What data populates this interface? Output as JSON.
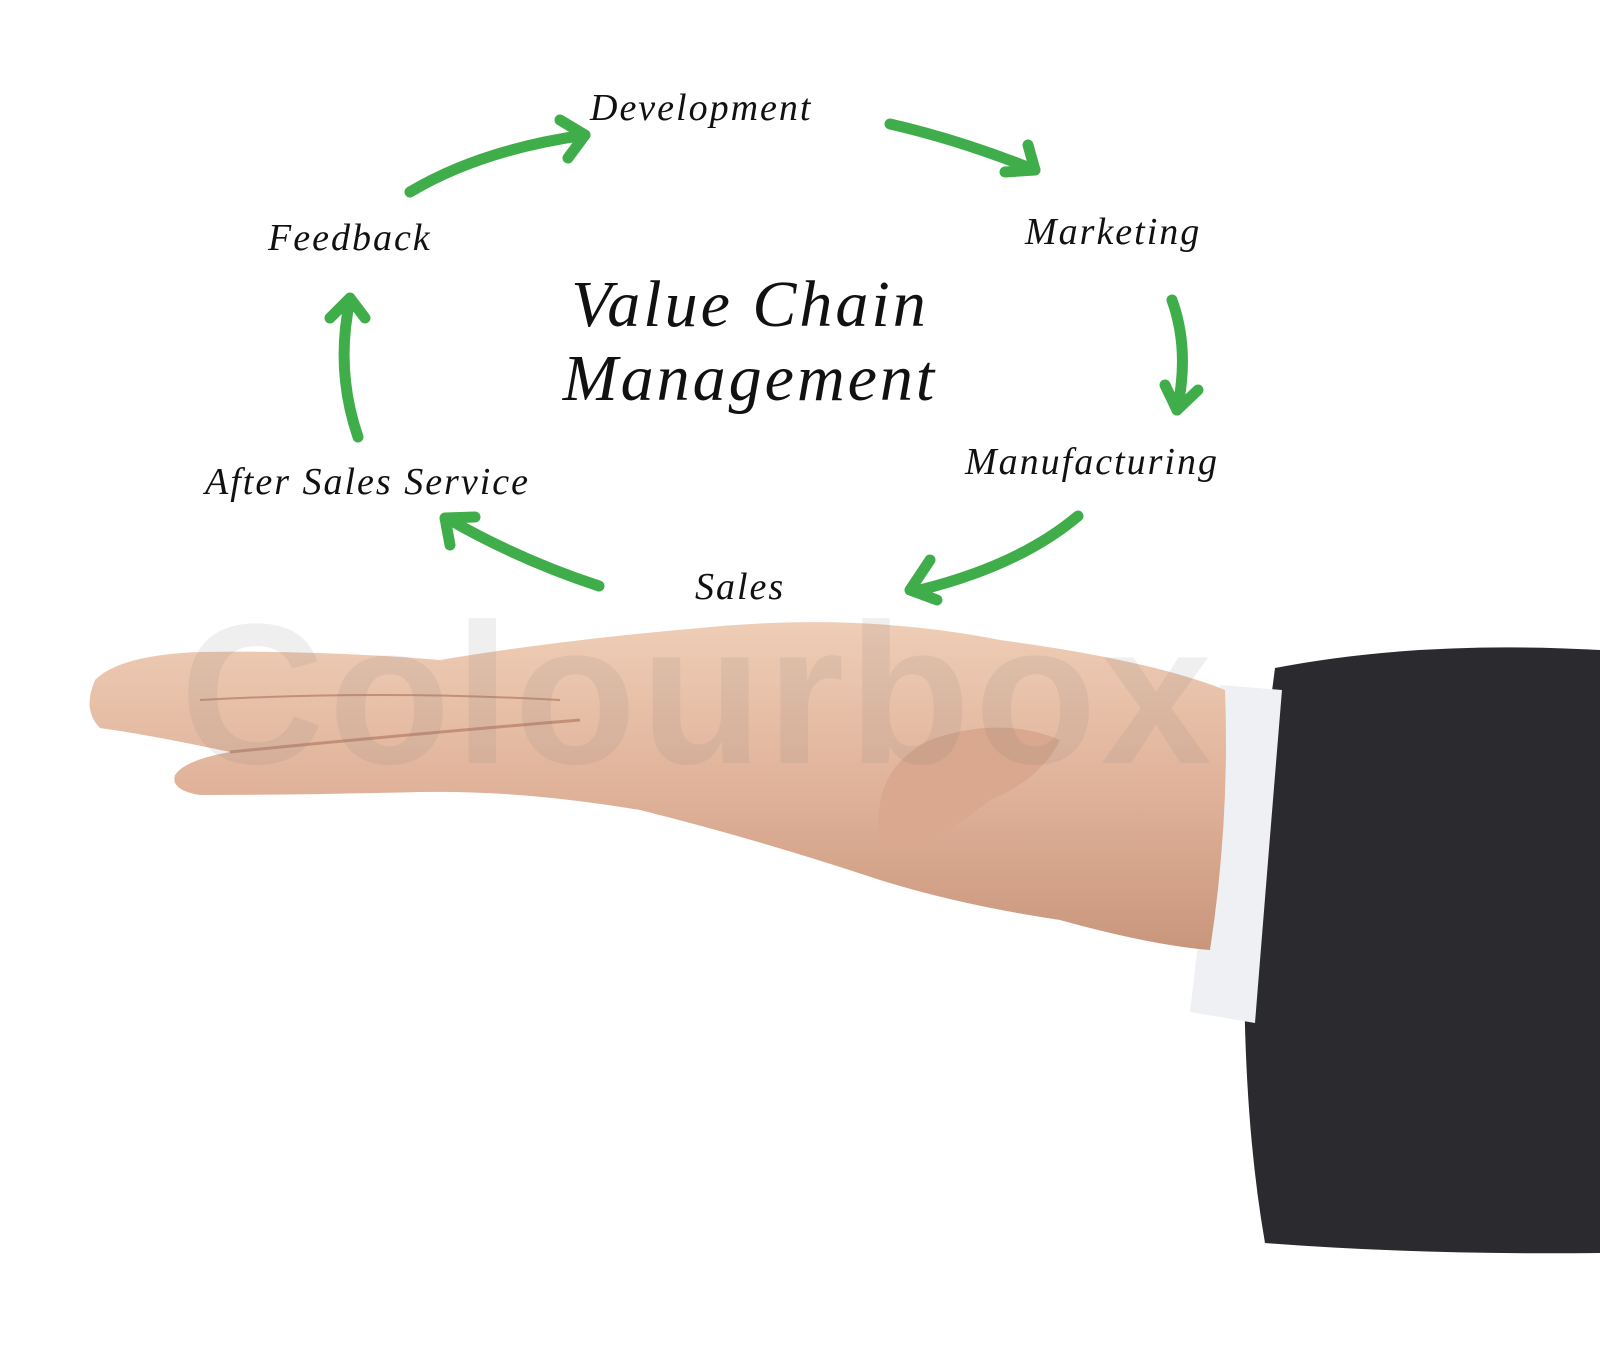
{
  "diagram": {
    "title_line1": "Value Chain",
    "title_line2": "Management",
    "stages": [
      {
        "label": "Development"
      },
      {
        "label": "Marketing"
      },
      {
        "label": "Manufacturing"
      },
      {
        "label": "Sales"
      },
      {
        "label": "After Sales Service"
      },
      {
        "label": "Feedback"
      }
    ],
    "arrow_color": "#3fae4a"
  },
  "watermark": "Colourbox",
  "photo": {
    "subject": "open palm hand in dark suit sleeve",
    "skin_color": "#e0b39a",
    "sleeve_color": "#2b2a2e",
    "cuff_color": "#eef0f4"
  }
}
